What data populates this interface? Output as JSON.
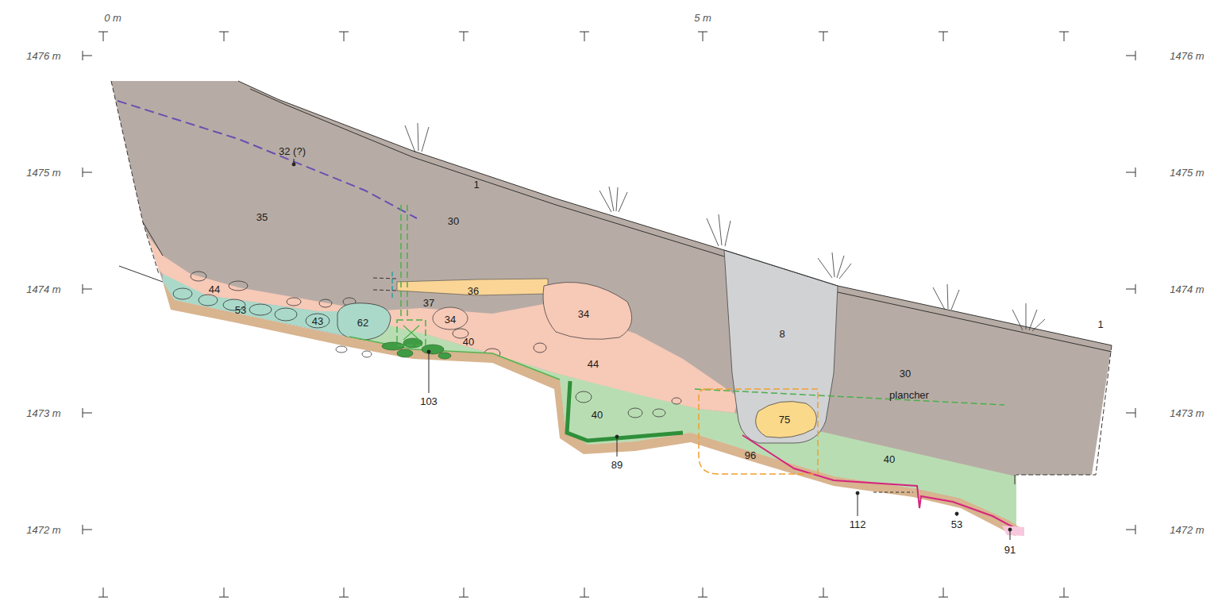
{
  "diagram": {
    "labels": [
      "0 m",
      "5 m",
      "1476 m",
      "1476 m",
      "1475 m",
      "1475 m",
      "1474 m",
      "1474 m",
      "1473 m",
      "1473 m",
      "1472 m",
      "1472 m",
      "32 (?)",
      "35",
      "30",
      "1",
      "36",
      "37",
      "34",
      "34",
      "44",
      "44",
      "43",
      "62",
      "53",
      "40",
      "40",
      "103",
      "89",
      "8",
      "75",
      "96",
      "30",
      "1",
      "40",
      "plancher",
      "112",
      "53",
      "91"
    ]
  }
}
